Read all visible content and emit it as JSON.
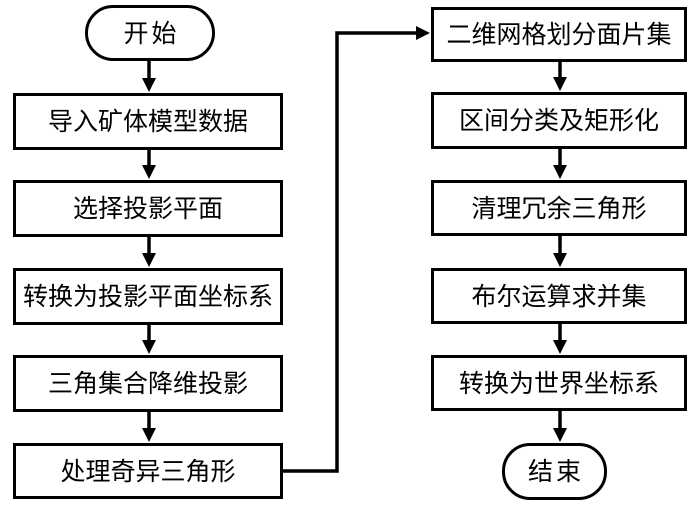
{
  "flowchart": {
    "colors": {
      "stroke": "#000000",
      "fill": "#ffffff",
      "text": "#000000"
    },
    "left_column": {
      "start": {
        "id": "start",
        "shape": "stadium",
        "label": "开始"
      },
      "steps": [
        {
          "id": "l1",
          "shape": "rect",
          "label": "导入矿体模型数据"
        },
        {
          "id": "l2",
          "shape": "rect",
          "label": "选择投影平面"
        },
        {
          "id": "l3",
          "shape": "rect",
          "label": "转换为投影平面坐标系"
        },
        {
          "id": "l4",
          "shape": "rect",
          "label": "三角集合降维投影"
        },
        {
          "id": "l5",
          "shape": "rect",
          "label": "处理奇异三角形"
        }
      ]
    },
    "right_column": {
      "steps": [
        {
          "id": "r1",
          "shape": "rect",
          "label": "二维网格划分面片集"
        },
        {
          "id": "r2",
          "shape": "rect",
          "label": "区间分类及矩形化"
        },
        {
          "id": "r3",
          "shape": "rect",
          "label": "清理冗余三角形"
        },
        {
          "id": "r4",
          "shape": "rect",
          "label": "布尔运算求并集"
        },
        {
          "id": "r5",
          "shape": "rect",
          "label": "转换为世界坐标系"
        }
      ],
      "end": {
        "id": "end",
        "shape": "stadium",
        "label": "结束"
      }
    },
    "edges": [
      {
        "from": "start",
        "to": "l1"
      },
      {
        "from": "l1",
        "to": "l2"
      },
      {
        "from": "l2",
        "to": "l3"
      },
      {
        "from": "l3",
        "to": "l4"
      },
      {
        "from": "l4",
        "to": "l5"
      },
      {
        "from": "l5",
        "to": "r1",
        "route": "right-up-right elbow connector"
      },
      {
        "from": "r1",
        "to": "r2"
      },
      {
        "from": "r2",
        "to": "r3"
      },
      {
        "from": "r3",
        "to": "r4"
      },
      {
        "from": "r4",
        "to": "r5"
      },
      {
        "from": "r5",
        "to": "end"
      }
    ]
  }
}
